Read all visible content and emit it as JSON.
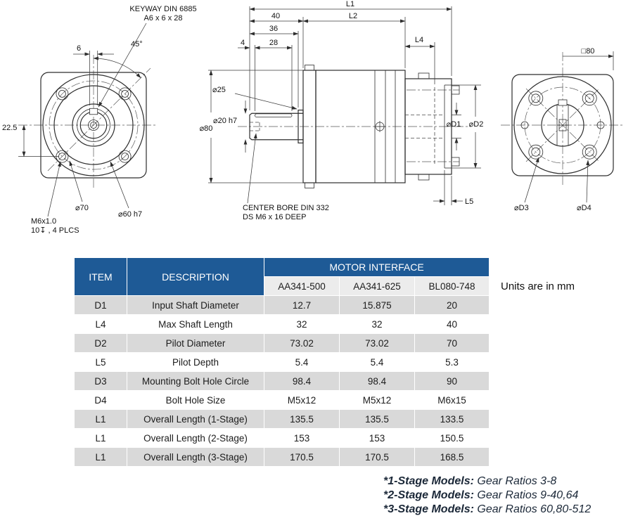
{
  "drawing": {
    "front_view": {
      "keyway_note_1": "KEYWAY DIN 6885",
      "keyway_note_2": "A6 x 6 x 28",
      "angle_dim": "45°",
      "keyway_width_dim": "6",
      "offset_dim": "22.5",
      "bolt_circle_dim": "⌀70",
      "pilot_dim": "⌀60 h7",
      "tap_note_1": "M6x1.0",
      "tap_note_2": "10↧ , 4 PLCS"
    },
    "side_view": {
      "l1_dim": "L1",
      "l2_dim": "L2",
      "l4_dim": "L4",
      "l5_dim": "L5",
      "len40_dim": "40",
      "len36_dim": "36",
      "len28_dim": "28",
      "len4_dim": "4",
      "dia80_dim": "⌀80",
      "dia25_dim": "⌀25",
      "dia20_dim": "⌀20 h7",
      "diaD1_dim": "⌀D1",
      "diaD2_dim": "⌀D2",
      "bore_note_1": "CENTER BORE DIN 332",
      "bore_note_2": "DS M6 x 16 DEEP"
    },
    "rear_view": {
      "square_dim": "□80",
      "diaD3_dim": "⌀D3",
      "diaD4_dim": "⌀D4"
    }
  },
  "table": {
    "col_item": "ITEM",
    "col_description": "DESCRIPTION",
    "col_group": "MOTOR INTERFACE",
    "models": [
      "AA341-500",
      "AA341-625",
      "BL080-748"
    ],
    "rows": [
      {
        "item": "D1",
        "desc": "Input Shaft Diameter",
        "v": [
          "12.7",
          "15.875",
          "20"
        ]
      },
      {
        "item": "L4",
        "desc": "Max Shaft Length",
        "v": [
          "32",
          "32",
          "40"
        ]
      },
      {
        "item": "D2",
        "desc": "Pilot Diameter",
        "v": [
          "73.02",
          "73.02",
          "70"
        ]
      },
      {
        "item": "L5",
        "desc": "Pilot Depth",
        "v": [
          "5.4",
          "5.4",
          "5.3"
        ]
      },
      {
        "item": "D3",
        "desc": "Mounting Bolt Hole Circle",
        "v": [
          "98.4",
          "98.4",
          "90"
        ]
      },
      {
        "item": "D4",
        "desc": "Bolt Hole Size",
        "v": [
          "M5x12",
          "M5x12",
          "M6x15"
        ]
      },
      {
        "item": "L1",
        "desc": "Overall Length (1-Stage)",
        "v": [
          "135.5",
          "135.5",
          "133.5"
        ]
      },
      {
        "item": "L1",
        "desc": "Overall Length (2-Stage)",
        "v": [
          "153",
          "153",
          "150.5"
        ]
      },
      {
        "item": "L1",
        "desc": "Overall Length (3-Stage)",
        "v": [
          "170.5",
          "170.5",
          "168.5"
        ]
      }
    ]
  },
  "units_note": "Units are in mm",
  "footnotes": [
    {
      "label": "*1-Stage Models:",
      "text": " Gear Ratios 3-8"
    },
    {
      "label": "*2-Stage Models:",
      "text": " Gear Ratios 9-40,64"
    },
    {
      "label": "*3-Stage Models:",
      "text": " Gear Ratios 60,80-512"
    }
  ],
  "colors": {
    "header_blue": "#1E5A96",
    "row_gray": "#D9D9D9"
  }
}
